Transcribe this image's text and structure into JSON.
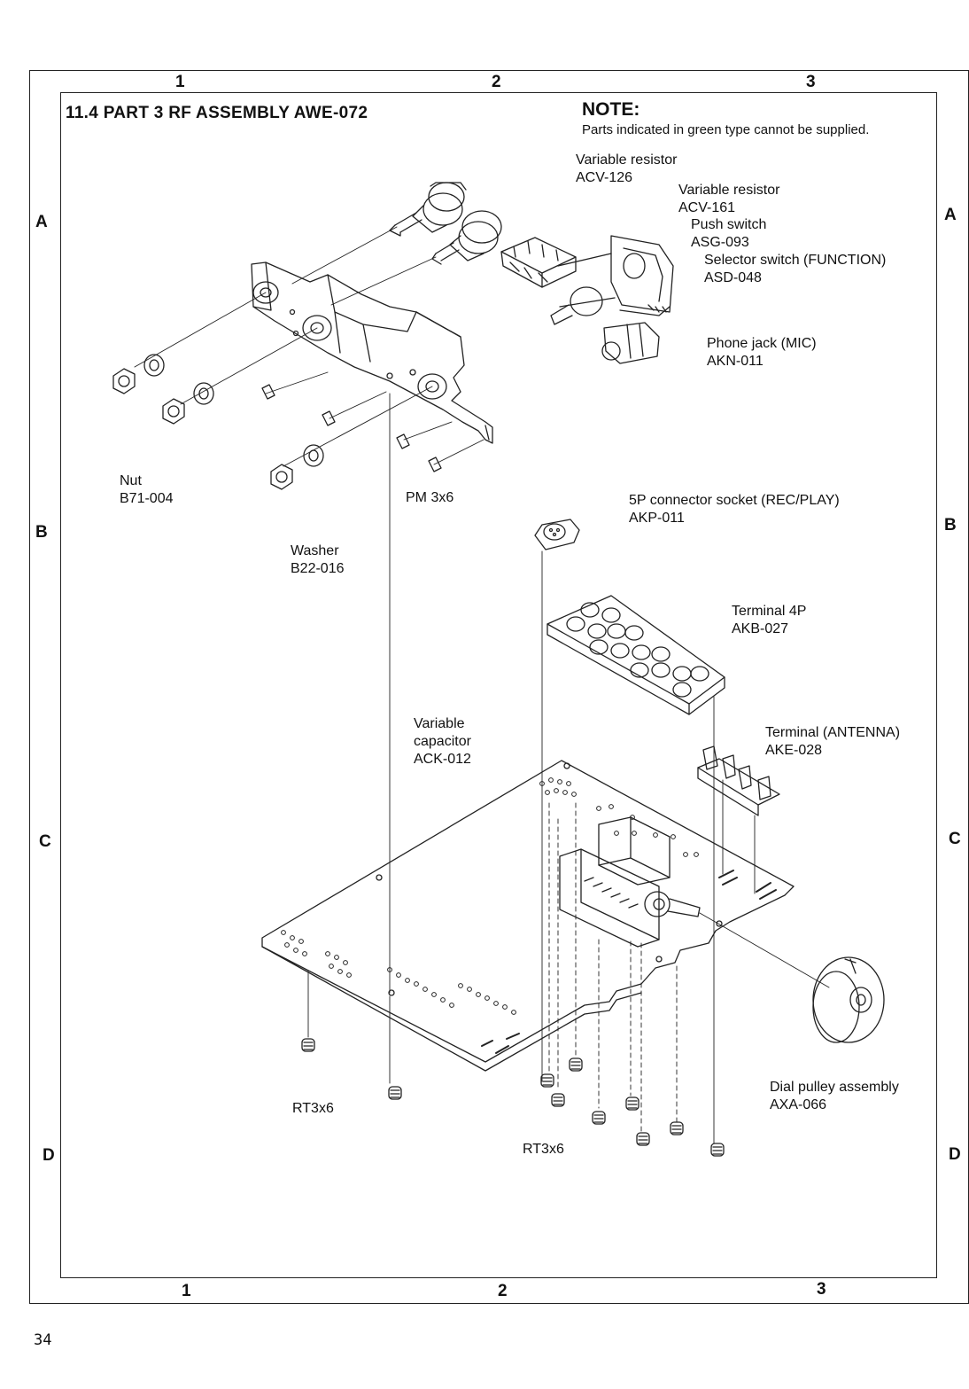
{
  "page_number": "34",
  "title": "11.4  PART 3 RF ASSEMBLY AWE-072",
  "note": {
    "heading": "NOTE:",
    "text": "Parts indicated in green type cannot be supplied."
  },
  "zones": {
    "top": [
      "1",
      "2",
      "3"
    ],
    "bottom": [
      "1",
      "2",
      "3"
    ],
    "left": [
      "A",
      "B",
      "C",
      "D"
    ],
    "right": [
      "A",
      "B",
      "C",
      "D"
    ]
  },
  "labels": {
    "var_res_126": {
      "name": "Variable resistor",
      "code": "ACV-126"
    },
    "var_res_161": {
      "name": "Variable resistor",
      "code": "ACV-161"
    },
    "push_switch": {
      "name": "Push switch",
      "code": "ASG-093"
    },
    "selector_switch": {
      "name": "Selector switch (FUNCTION)",
      "code": "ASD-048"
    },
    "phone_jack": {
      "name": "Phone jack (MIC)",
      "code": "AKN-011"
    },
    "nut": {
      "name": "Nut",
      "code": "B71-004"
    },
    "pm_screw": {
      "name": "PM 3x6"
    },
    "washer": {
      "name": "Washer",
      "code": "B22-016"
    },
    "connector_socket": {
      "name": "5P connector socket (REC/PLAY)",
      "code": "AKP-011"
    },
    "terminal_4p": {
      "name": "Terminal 4P",
      "code": "AKB-027"
    },
    "terminal_antenna": {
      "name": "Terminal (ANTENNA)",
      "code": "AKE-028"
    },
    "var_cap": {
      "name1": "Variable",
      "name2": "capacitor",
      "code": "ACK-012"
    },
    "rt_screw_left": {
      "name": "RT3x6"
    },
    "rt_screw_center": {
      "name": "RT3x6"
    },
    "dial_pulley": {
      "name": "Dial pulley assembly",
      "code": "AXA-066"
    }
  }
}
